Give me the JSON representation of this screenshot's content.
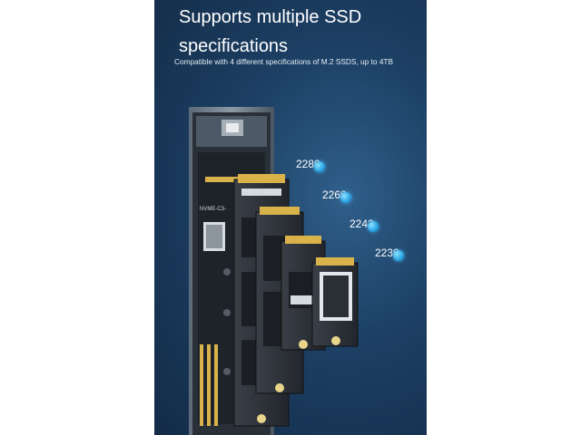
{
  "heading": {
    "line1": "Supports multiple SSD",
    "line2": "specifications"
  },
  "subheading": "Compatible with 4 different specifications of M.2 SSDS, up to 4TB",
  "ssd_sizes": [
    "2280",
    "2260",
    "2242",
    "2230"
  ],
  "enclosure_label": "NVME-C3-",
  "colors": {
    "background": "#1c3f63",
    "accent_dot": "#2ea8e6",
    "pcb": "#2b2f36",
    "gold_contacts": "#d9b24a"
  }
}
